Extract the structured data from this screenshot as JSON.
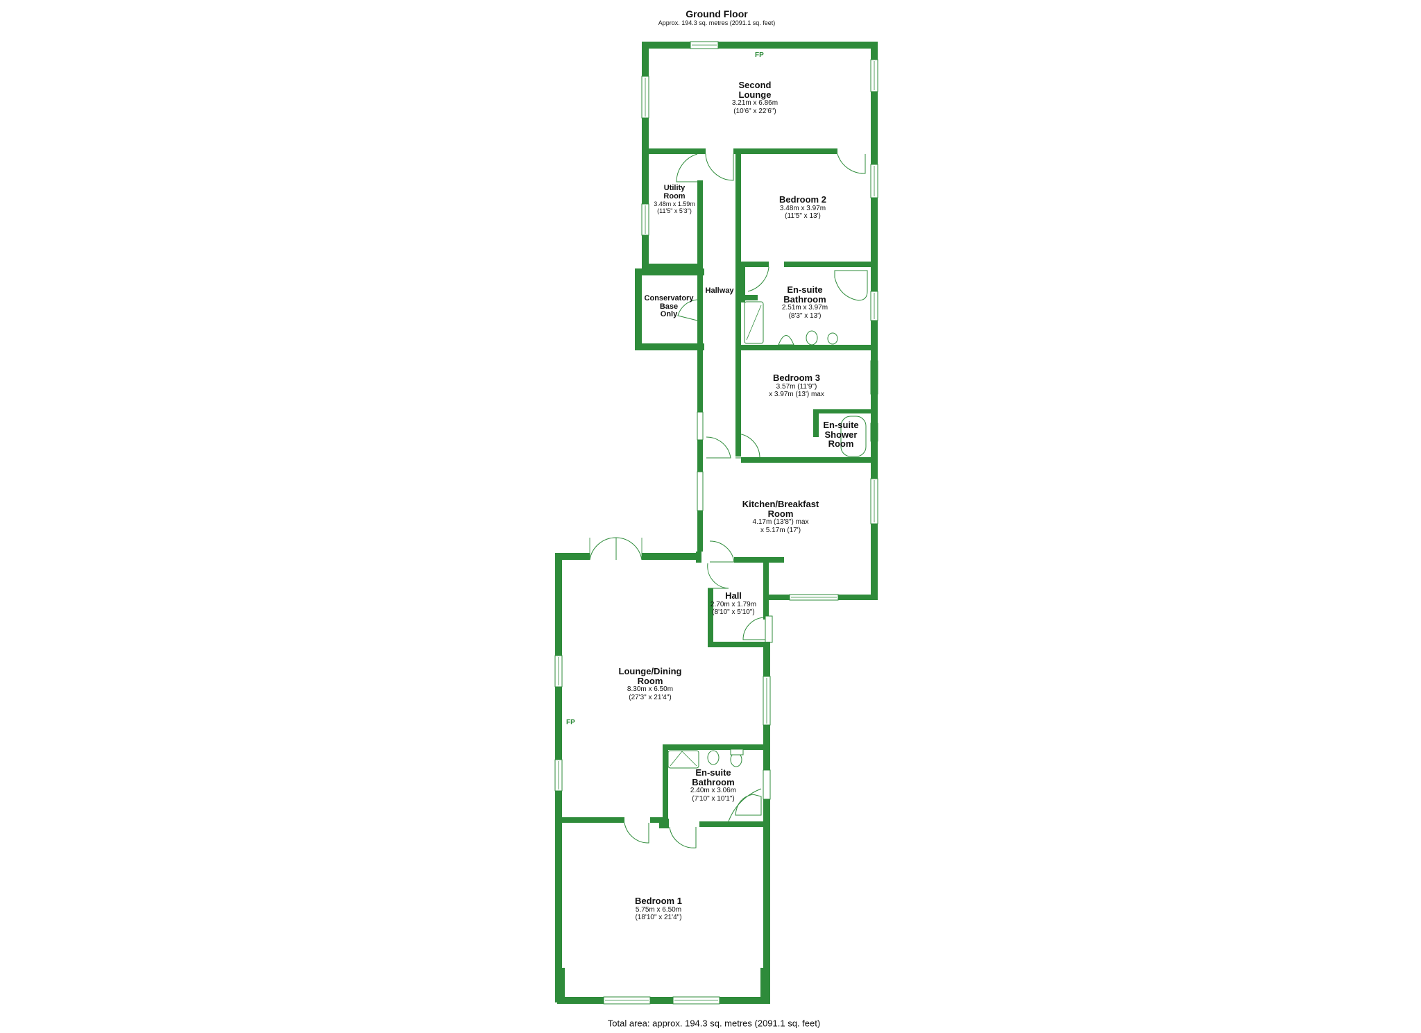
{
  "header": {
    "title": "Ground Floor",
    "subtitle": "Approx. 194.3 sq. metres (2091.1 sq. feet)"
  },
  "colors": {
    "wall": "#2e8b3a",
    "background": "#ffffff"
  },
  "rooms": [
    {
      "id": "second-lounge",
      "name": "Second Lounge",
      "line1": "Second",
      "line2": "Lounge",
      "dim_m": "3.21m x 6.86m",
      "dim_ft": "(10'6\" x 22'6\")"
    },
    {
      "id": "utility-room",
      "name": "Utility Room",
      "line1": "Utility",
      "line2": "Room",
      "dim_m": "3.48m x 1.59m",
      "dim_ft": "(11'5\" x 5'3\")"
    },
    {
      "id": "bedroom-2",
      "name": "Bedroom 2",
      "line1": "Bedroom 2",
      "dim_m": "3.48m x 3.97m",
      "dim_ft": "(11'5\" x 13')"
    },
    {
      "id": "hallway",
      "name": "Hallway",
      "line1": "Hallway"
    },
    {
      "id": "conservatory",
      "name": "Conservatory Base Only",
      "line1": "Conservatory",
      "line2": "Base",
      "line3": "Only"
    },
    {
      "id": "ensuite-bathroom-2",
      "name": "En-suite Bathroom",
      "line1": "En-suite",
      "line2": "Bathroom",
      "dim_m": "2.51m x 3.97m",
      "dim_ft": "(8'3\" x 13')"
    },
    {
      "id": "bedroom-3",
      "name": "Bedroom 3",
      "line1": "Bedroom 3",
      "dim_m": "3.57m (11'9\")",
      "dim_ft": "x 3.97m (13') max"
    },
    {
      "id": "ensuite-shower",
      "name": "En-suite Shower Room",
      "line1": "En-suite",
      "line2": "Shower",
      "line3": "Room"
    },
    {
      "id": "kitchen",
      "name": "Kitchen/Breakfast Room",
      "line1": "Kitchen/Breakfast",
      "line2": "Room",
      "dim_m": "4.17m (13'8\") max",
      "dim_ft": "x 5.17m (17')"
    },
    {
      "id": "hall",
      "name": "Hall",
      "line1": "Hall",
      "dim_m": "2.70m x 1.79m",
      "dim_ft": "(8'10\" x 5'10\")"
    },
    {
      "id": "lounge-dining",
      "name": "Lounge/Dining Room",
      "line1": "Lounge/Dining",
      "line2": "Room",
      "dim_m": "8.30m x 6.50m",
      "dim_ft": "(27'3\" x 21'4\")"
    },
    {
      "id": "ensuite-bathroom-1",
      "name": "En-suite Bathroom",
      "line1": "En-suite",
      "line2": "Bathroom",
      "dim_m": "2.40m x 3.06m",
      "dim_ft": "(7'10\" x 10'1\")"
    },
    {
      "id": "bedroom-1",
      "name": "Bedroom 1",
      "line1": "Bedroom 1",
      "dim_m": "5.75m x 6.50m",
      "dim_ft": "(18'10\" x 21'4\")"
    }
  ],
  "markers": {
    "fireplace": "FP"
  },
  "footer": {
    "total_area": "Total area: approx. 194.3 sq. metres (2091.1 sq. feet)"
  }
}
